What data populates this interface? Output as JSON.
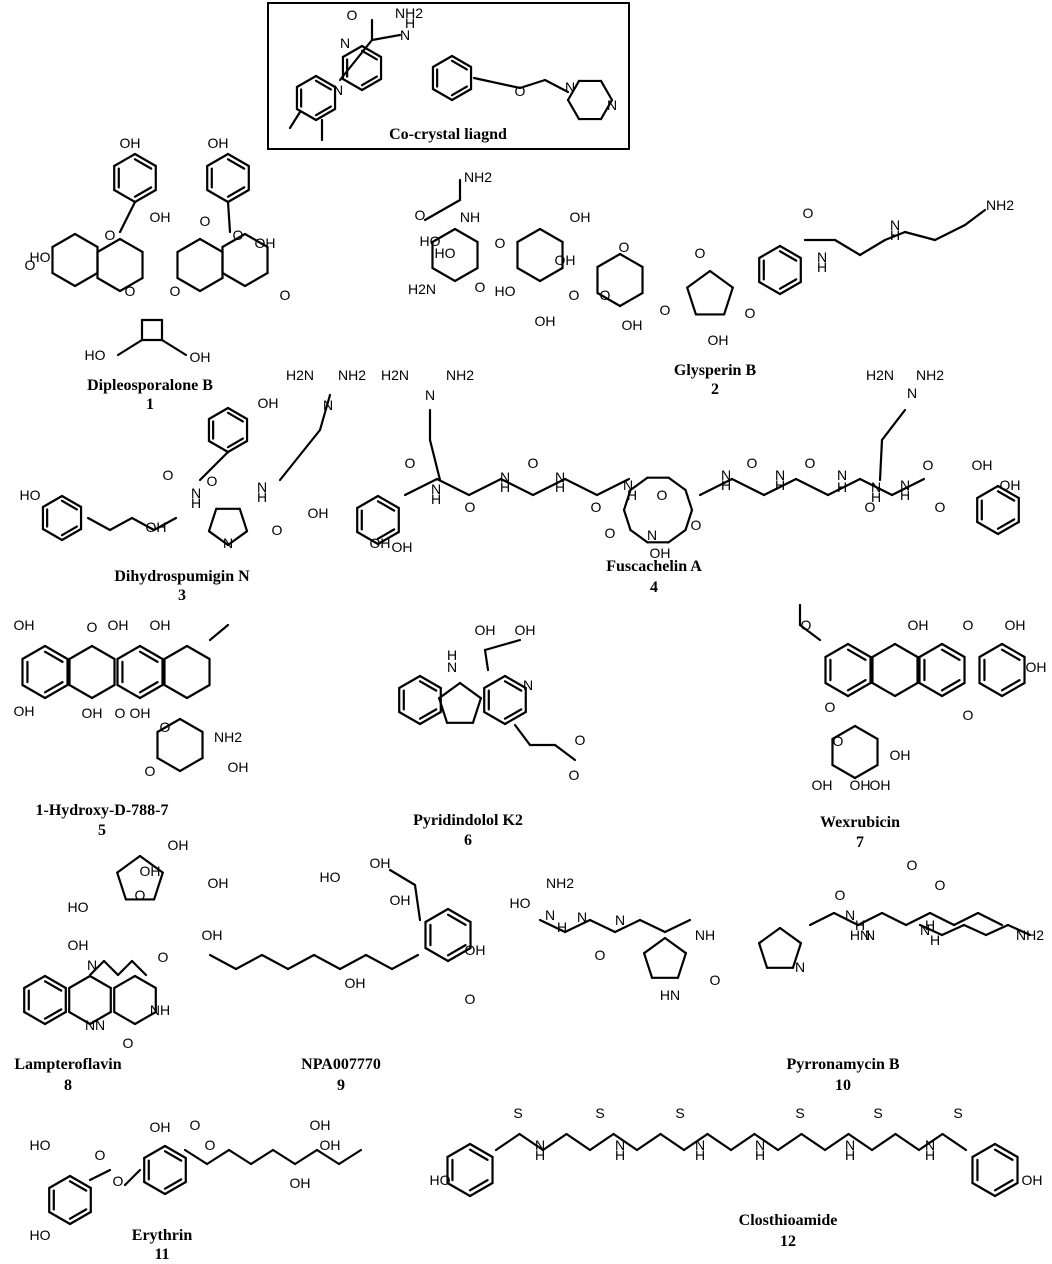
{
  "ligand_box": {
    "title": "Co-crystal liagnd"
  },
  "compounds": [
    {
      "name": "Dipleosporalone B",
      "number": "1"
    },
    {
      "name": "Glysperin B",
      "number": "2"
    },
    {
      "name": "Dihydrospumigin N",
      "number": "3"
    },
    {
      "name": "Fuscachelin A",
      "number": "4"
    },
    {
      "name": "1-Hydroxy-D-788-7",
      "number": "5"
    },
    {
      "name": "Pyridindolol K2",
      "number": "6"
    },
    {
      "name": "Wexrubicin",
      "number": "7"
    },
    {
      "name": "Lampteroflavin",
      "number": "8"
    },
    {
      "name": "NPA007770",
      "number": "9"
    },
    {
      "name": "Pyrronamycin B",
      "number": "10"
    },
    {
      "name": "Erythrin",
      "number": "11"
    },
    {
      "name": "Closthioamide",
      "number": "12"
    }
  ],
  "atom_labels": {
    "ligand": [
      "O",
      "NH2",
      "N",
      "N",
      "H",
      "N",
      "O",
      "N",
      "N"
    ],
    "c1": [
      "OH",
      "OH",
      "OH",
      "O",
      "O",
      "HO",
      "O",
      "O",
      "O",
      "OH",
      "O",
      "O",
      "HO",
      "OH"
    ],
    "c2": [
      "NH2",
      "O",
      "NH",
      "HO",
      "O",
      "OH",
      "H2N",
      "O",
      "HO",
      "O",
      "OH",
      "O",
      "O",
      "OH",
      "O",
      "O",
      "OH",
      "O",
      "O",
      "N",
      "H",
      "N",
      "H",
      "NH2",
      "HO",
      "OH"
    ],
    "c3": [
      "HO",
      "O",
      "OH",
      "N",
      "H",
      "O",
      "N",
      "O",
      "N",
      "H",
      "OH",
      "N",
      "H2N",
      "NH2",
      "OH"
    ],
    "c4": [
      "H2N",
      "NH2",
      "N",
      "N",
      "H",
      "O",
      "OH",
      "OH",
      "O",
      "N",
      "H",
      "O",
      "N",
      "H",
      "O",
      "N",
      "H",
      "O",
      "O",
      "N",
      "OH",
      "O",
      "N",
      "H",
      "O",
      "N",
      "H",
      "O",
      "N",
      "H",
      "O",
      "N",
      "H",
      "O",
      "OH",
      "OH",
      "H2N",
      "NH2",
      "N",
      "N",
      "H",
      "O"
    ],
    "c5": [
      "OH",
      "O",
      "OH",
      "OH",
      "OH",
      "OH",
      "O",
      "OH",
      "O",
      "NH2",
      "O",
      "OH"
    ],
    "c6": [
      "N",
      "H",
      "OH",
      "OH",
      "N",
      "O",
      "O"
    ],
    "c7": [
      "O",
      "OH",
      "O",
      "OH",
      "OH",
      "O",
      "O",
      "O",
      "OH",
      "OH",
      "OH",
      "OH"
    ],
    "c8": [
      "OH",
      "OH",
      "O",
      "OH",
      "HO",
      "OH",
      "N",
      "N",
      "O",
      "NH",
      "N",
      "O"
    ],
    "c9": [
      "HO",
      "OH",
      "OH",
      "OH",
      "OH",
      "OH",
      "O"
    ],
    "c10": [
      "NH2",
      "HO",
      "N",
      "H",
      "N",
      "N",
      "O",
      "NH",
      "HN",
      "N",
      "O",
      "HN",
      "O",
      "N",
      "H",
      "N",
      "H",
      "O",
      "N",
      "H",
      "O",
      "NH2"
    ],
    "c11": [
      "HO",
      "OH",
      "O",
      "O",
      "O",
      "O",
      "OH",
      "OH",
      "OH",
      "HO"
    ],
    "c12": [
      "S",
      "S",
      "S",
      "S",
      "S",
      "S",
      "HO",
      "N",
      "H",
      "N",
      "H",
      "N",
      "H",
      "N",
      "H",
      "N",
      "H",
      "N",
      "H",
      "OH"
    ]
  }
}
